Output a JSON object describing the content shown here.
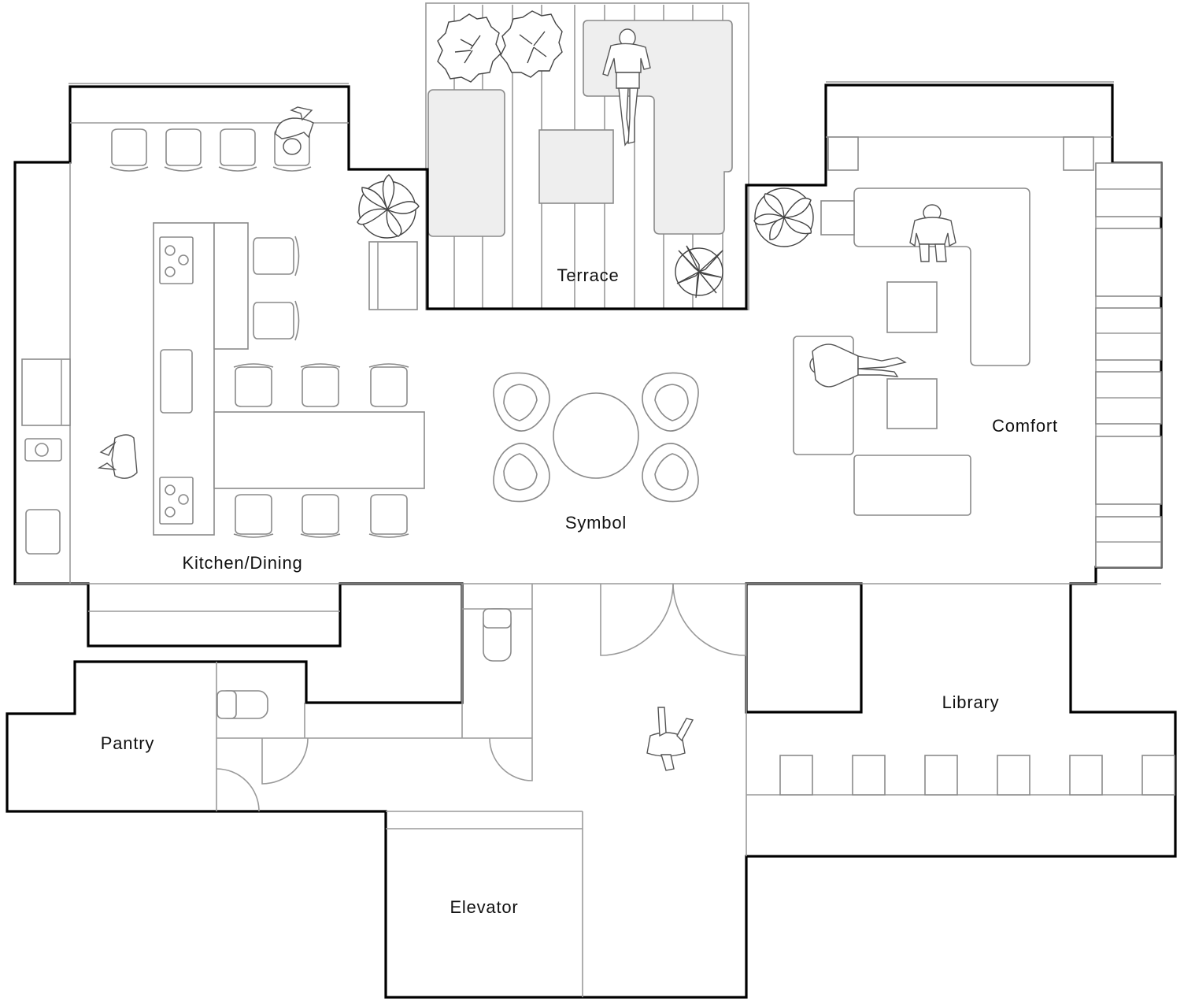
{
  "rooms": {
    "terrace": "Terrace",
    "comfort": "Comfort",
    "symbol": "Symbol",
    "kitchen_dining": "Kitchen/Dining",
    "library": "Library",
    "pantry": "Pantry",
    "elevator": "Elevator"
  },
  "style": {
    "wall_color": "#000000",
    "line_color": "#8a8a8a",
    "fill_grey": "#eeeeee",
    "background": "#ffffff"
  }
}
